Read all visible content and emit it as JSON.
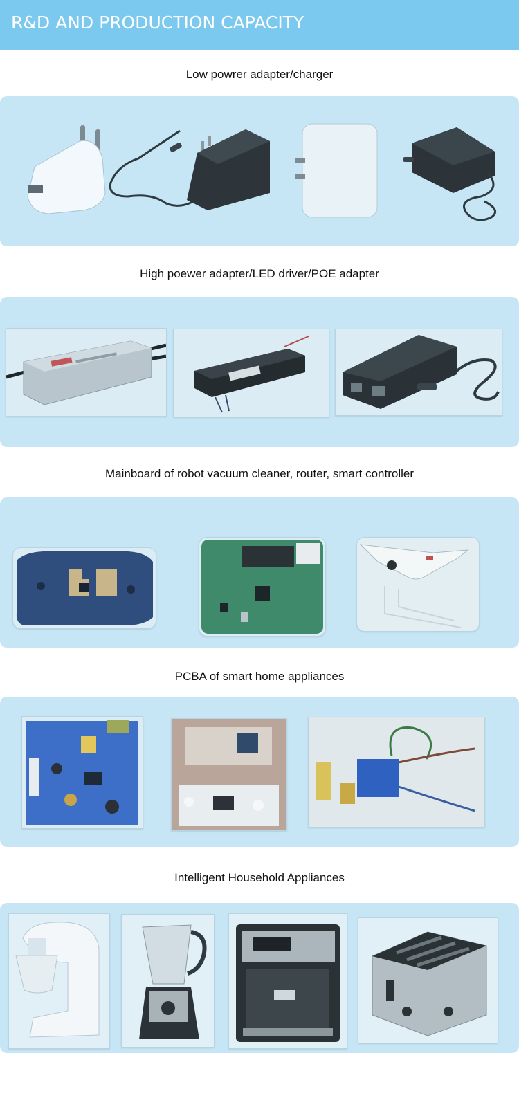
{
  "header": {
    "title": "R&D AND PRODUCTION CAPACITY"
  },
  "sections": [
    {
      "title": "Low powrer adapter/charger"
    },
    {
      "title": "High poewer adapter/LED driver/POE adapter"
    },
    {
      "title": "Mainboard of robot vacuum cleaner, router, smart controller"
    },
    {
      "title": "PCBA of smart home appliances"
    },
    {
      "title": "Intelligent Household Appliances"
    }
  ],
  "images": [
    {
      "section": 0,
      "name": "usb-wall-charger-image"
    },
    {
      "section": 0,
      "name": "wall-adapter-with-cable-image"
    },
    {
      "section": 0,
      "name": "white-plug-adapter-image"
    },
    {
      "section": 0,
      "name": "desktop-adapter-image"
    },
    {
      "section": 1,
      "name": "aluminum-led-driver-image"
    },
    {
      "section": 1,
      "name": "black-led-driver-image"
    },
    {
      "section": 1,
      "name": "poe-adapter-image"
    },
    {
      "section": 2,
      "name": "robot-vacuum-mainboard-image"
    },
    {
      "section": 2,
      "name": "router-mainboard-image"
    },
    {
      "section": 2,
      "name": "smart-controller-board-image"
    },
    {
      "section": 3,
      "name": "blue-pcba-image"
    },
    {
      "section": 3,
      "name": "control-panel-pcba-image"
    },
    {
      "section": 3,
      "name": "wired-pcba-image"
    },
    {
      "section": 4,
      "name": "stand-mixer-image"
    },
    {
      "section": 4,
      "name": "blender-image"
    },
    {
      "section": 4,
      "name": "coffee-machine-image"
    },
    {
      "section": 4,
      "name": "toaster-image"
    }
  ],
  "colors": {
    "banner": "#7bc9ef",
    "panel": "#c7e6f5",
    "banner_text": "#ffffff",
    "title_text": "#111111"
  }
}
